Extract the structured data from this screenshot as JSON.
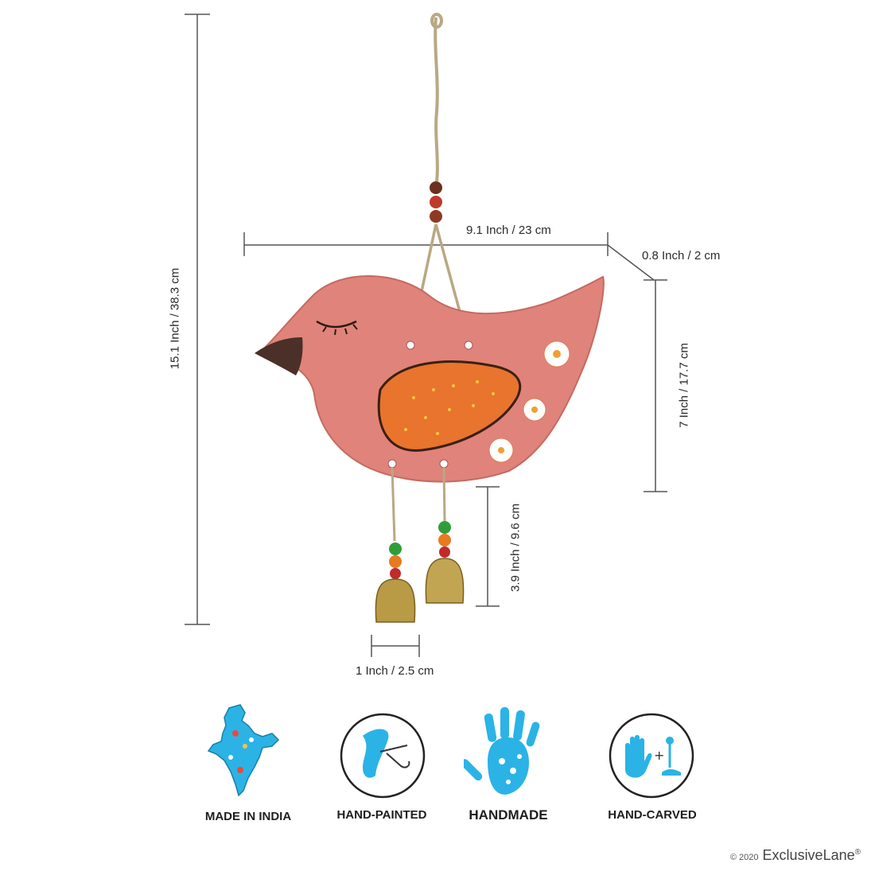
{
  "dimensions": {
    "total_height": "15.1 Inch / 38.3 cm",
    "width": "9.1 Inch / 23 cm",
    "depth": "0.8 Inch / 2 cm",
    "body_height": "7 Inch / 17.7 cm",
    "bell_drop": "3.9 Inch / 9.6 cm",
    "bell_width": "1 Inch / 2.5 cm"
  },
  "badges": [
    {
      "label": "MADE IN INDIA",
      "icon": "india-map-icon"
    },
    {
      "label": "HAND-PAINTED",
      "icon": "paintbrush-icon"
    },
    {
      "label": "HANDMADE",
      "icon": "handprint-icon"
    },
    {
      "label": "HAND-CARVED",
      "icon": "hand-carving-icon"
    }
  ],
  "footer": {
    "copyright_year": "© 2020",
    "brand": "ExclusiveLane",
    "registered": "®"
  },
  "colors": {
    "bird_body": "#e0837a",
    "wing": "#e8742e",
    "badge_blue": "#2bb3e6",
    "line": "#555555"
  }
}
